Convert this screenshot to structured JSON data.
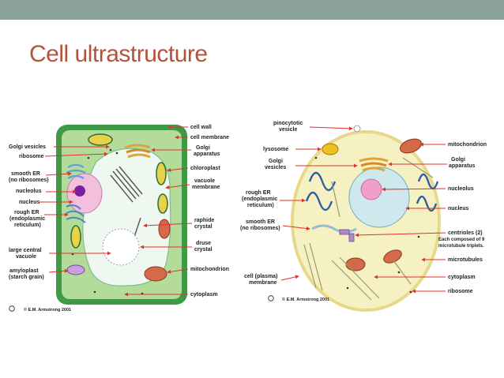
{
  "slide": {
    "title": "Cell ultrastructure",
    "bar_color": "#8ca39a",
    "title_color": "#b5523a"
  },
  "plant": {
    "left_labels": [
      "Golgi vesicles",
      "ribosome",
      "smooth ER",
      "(no ribosomes)",
      "nucleolus",
      "nucleus",
      "rough ER",
      "(endoplasmic",
      "reticulum)",
      "large central",
      "vacuole",
      "amyloplast",
      "(starch grain)"
    ],
    "right_labels": [
      "cell wall",
      "cell membrane",
      "Golgi",
      "apparatus",
      "chloroplast",
      "vacuole",
      "membrane",
      "raphide",
      "crystal",
      "druse",
      "crystal",
      "mitochondrion",
      "cytoplasm"
    ],
    "credit": "E.M. Armstrong 2001",
    "colors": {
      "wall": "#3e9a43",
      "cytoplasm": "#b3dc9a",
      "vacuole": "#eef7f0",
      "nucleus": "#f2c0dc",
      "nucleolus": "#7a1fa0"
    }
  },
  "animal": {
    "left_labels": [
      "pinocytotic",
      "vesicle",
      "lysosome",
      "Golgi",
      "vesicles",
      "rough ER",
      "(endoplasmic",
      "reticulum)",
      "smooth ER",
      "(no ribosomes)",
      "cell (plasma)",
      "membrane"
    ],
    "right_labels": [
      "mitochondrion",
      "Golgi",
      "apparatus",
      "nucleolus",
      "nucleus",
      "centrioles (2)",
      "Each composed of 9",
      "microtubule triplets.",
      "microtubules",
      "cytoplasm",
      "ribosome"
    ],
    "credit": "E.M. Armstrong 2001",
    "colors": {
      "cytoplasm": "#f6f1c2",
      "membrane": "#e8d98a",
      "nucleus": "#cfe8ee",
      "nucleolus": "#f0a0c8"
    }
  }
}
